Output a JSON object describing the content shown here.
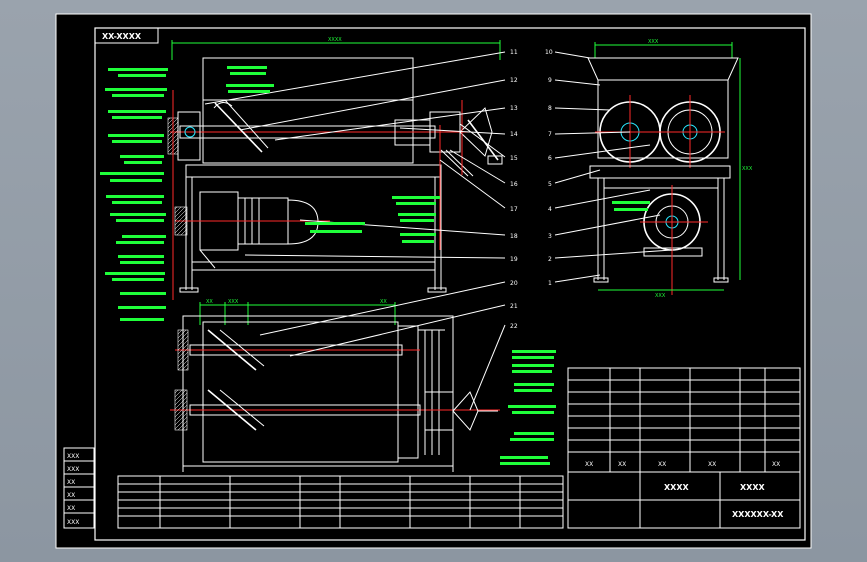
{
  "drawing": {
    "corner_tag": "XX-XXXX",
    "overall_length": "XXXX",
    "top_width": "XXX",
    "front_height": "XXX",
    "front_base_width": "XXX",
    "plan_dims": [
      "XX",
      "XXX",
      "XX"
    ],
    "part_numbers_right": [
      "11",
      "12",
      "13",
      "14",
      "15",
      "16",
      "17",
      "18",
      "19",
      "20",
      "21",
      "22"
    ],
    "part_numbers_front": [
      "10",
      "9",
      "8",
      "7",
      "6",
      "5",
      "4",
      "3",
      "2",
      "1"
    ],
    "title_block": {
      "name_cell": "XXXX",
      "drawing_name": "XXXX",
      "drawing_code": "XXXXXX-XX",
      "header_cells": [
        "XX",
        "XX",
        "XX",
        "XX",
        "XX"
      ]
    },
    "left_strip_cells": [
      "XXX",
      "XXX",
      "XX",
      "XX",
      "XX",
      "XXX"
    ]
  },
  "colors": {
    "frame_bg": "#000000",
    "outer_bg": "#9aa3ad",
    "geometry": "#ffffff",
    "centerline": "#ff2a2a",
    "annotation": "#1fff3a"
  }
}
